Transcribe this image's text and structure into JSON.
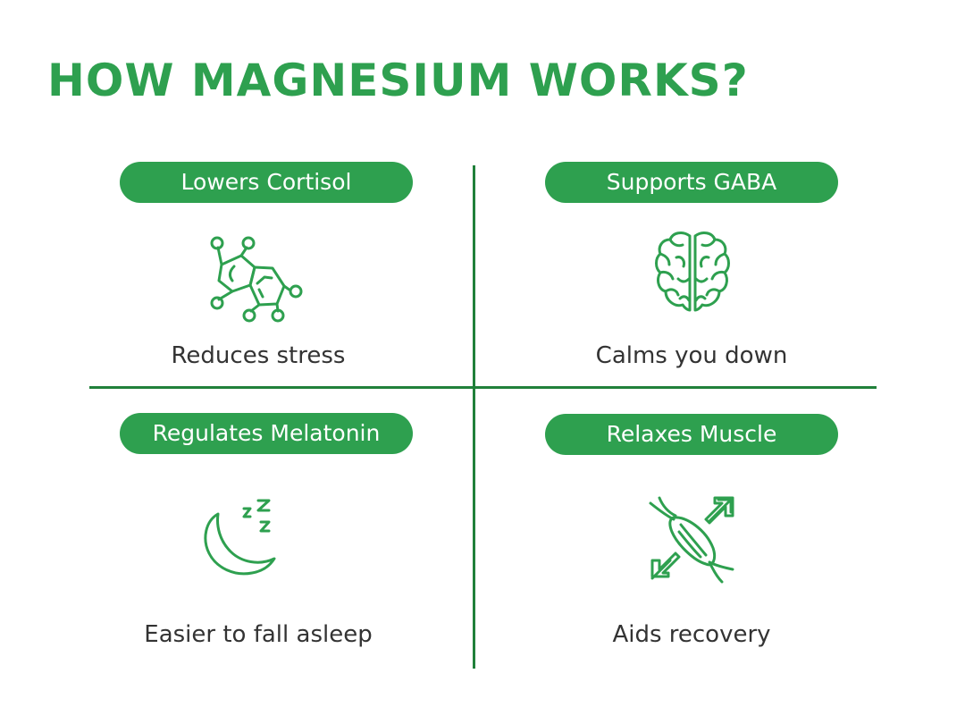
{
  "title": "HOW MAGNESIUM WORKS?",
  "colors": {
    "accent": "#2ea04f",
    "divider": "#20803a",
    "text": "#333333",
    "pill_text": "#ffffff"
  },
  "cards": [
    {
      "label": "Lowers Cortisol",
      "icon": "molecule-icon",
      "caption": "Reduces stress"
    },
    {
      "label": "Supports GABA",
      "icon": "brain-icon",
      "caption": "Calms you down"
    },
    {
      "label": "Regulates Melatonin",
      "icon": "moon-sleep-icon",
      "caption": "Easier to fall asleep"
    },
    {
      "label": "Relaxes Muscle",
      "icon": "muscle-stretch-icon",
      "caption": "Aids recovery"
    }
  ]
}
